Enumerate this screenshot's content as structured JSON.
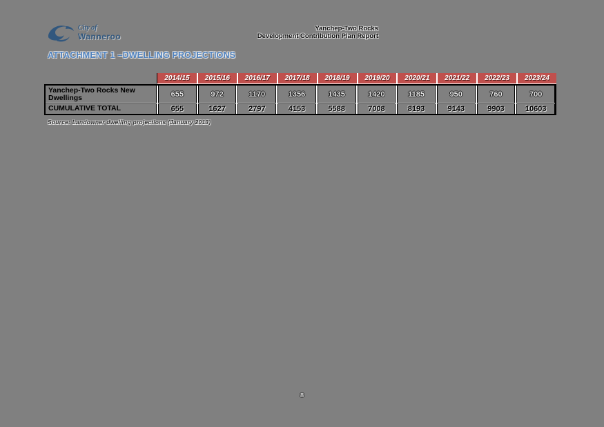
{
  "page_number": "8",
  "logo": {
    "line1": "City of",
    "line2": "Wanneroo"
  },
  "header": {
    "line1": "Yanchep-Two Rocks",
    "line2": "Development Contribution Plan Report"
  },
  "heading": "ATTACHMENT 1 –DWELLING PROJECTIONS",
  "table": {
    "header_color": "#c0504d",
    "years": [
      "2014/15",
      "2015/16",
      "2016/17",
      "2017/18",
      "2018/19",
      "2019/20",
      "2020/21",
      "2021/22",
      "2022/23",
      "2023/24"
    ],
    "rows": [
      {
        "label": "Yanchep-Two Rocks New Dwellings",
        "values": [
          "655",
          "972",
          "1170",
          "1356",
          "1435",
          "1420",
          "1185",
          "950",
          "760",
          "700"
        ]
      },
      {
        "label": "CUMULATIVE TOTAL",
        "values": [
          "655",
          "1627",
          "2797",
          "4153",
          "5588",
          "7008",
          "8193",
          "9143",
          "9903",
          "10603"
        ]
      }
    ]
  },
  "source_note": "Source: Landowner dwelling projections (January 2013)",
  "colors": {
    "page_bg": "#808080",
    "heading_blue": "#4f81bd",
    "logo_blue": "#31577e",
    "table_header_red": "#c0504d"
  }
}
